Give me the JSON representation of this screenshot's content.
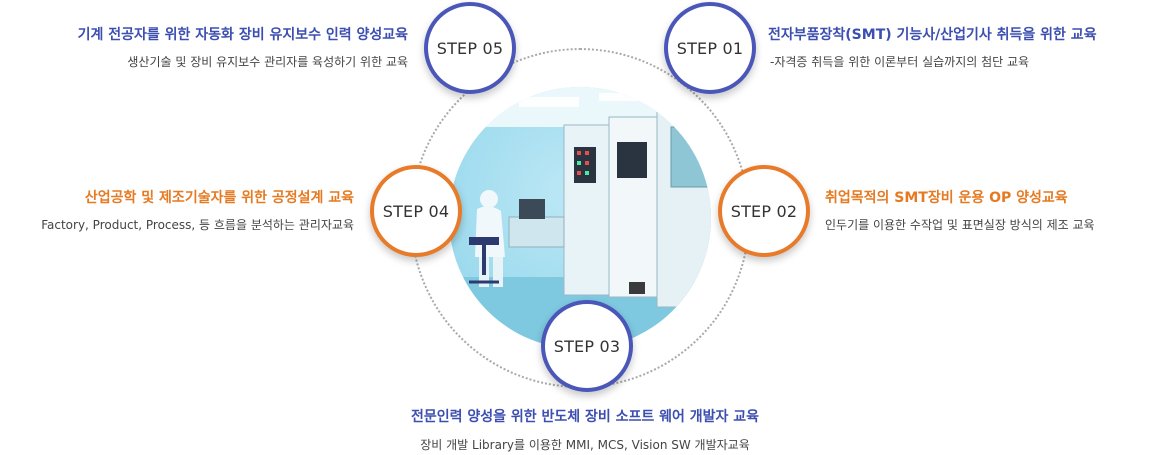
{
  "steps": [
    {
      "label": "STEP 01",
      "title": "전자부품장착(SMT) 기능사/산업기사 취득을 위한 교육",
      "desc": "-자격증 취득을 위한 이론부터 실습까지의 첨단 교육",
      "accent": "#4a56b8"
    },
    {
      "label": "STEP 02",
      "title": "취업목적의 SMT장비 운용 OP 양성교육",
      "desc": "인두기를 이용한 수작업 및 표면실장 방식의 제조 교육",
      "accent": "#e87b2a"
    },
    {
      "label": "STEP 03",
      "title": "전문인력 양성을 위한 반도체 장비 소프트 웨어 개발자 교육",
      "desc": "장비 개발 Library를 이용한 MMI, MCS, Vision SW 개발자교육",
      "accent": "#4a56b8"
    },
    {
      "label": "STEP 04",
      "title": "산업공학 및 제조기술자를 위한 공정설계 교육",
      "desc": "Factory, Product, Process, 등 흐름을 분석하는 관리자교육",
      "accent": "#e87b2a"
    },
    {
      "label": "STEP 05",
      "title": "기계 전공자를 위한 자동화 장비 유지보수 인력 양성교육",
      "desc": "생산기술 및 장비 유지보수 관리자를 육성하기 위한 교육",
      "accent": "#4a56b8"
    }
  ],
  "icons": {
    "photo": "cleanroom-equipment-photo"
  }
}
